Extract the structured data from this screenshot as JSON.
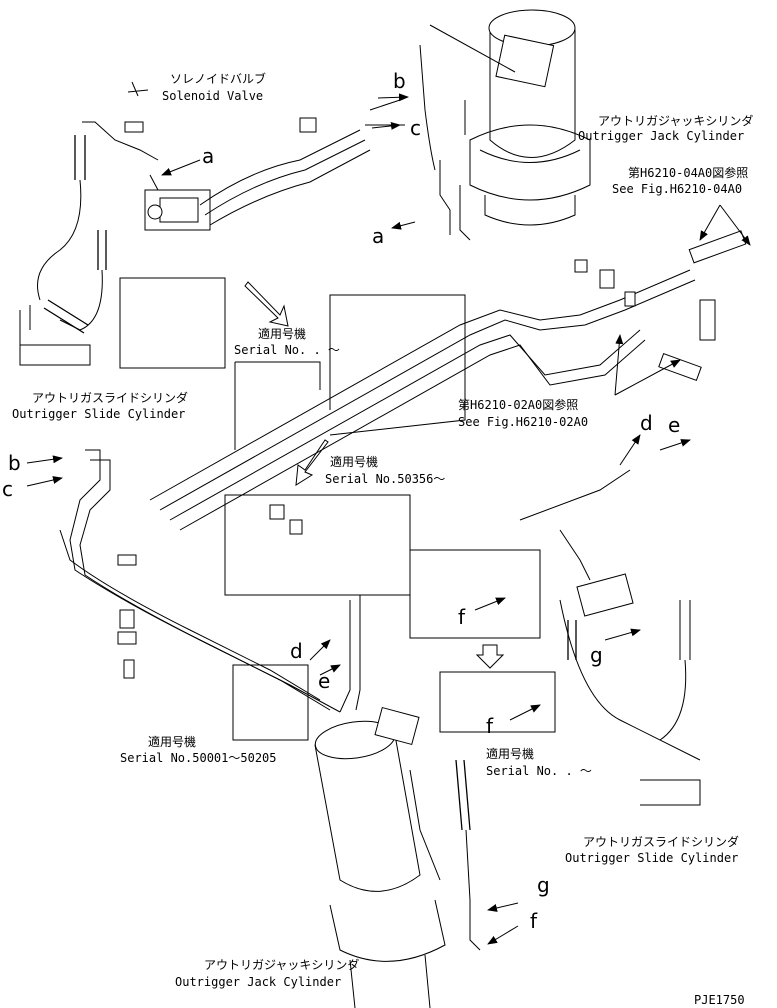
{
  "labels": {
    "solenoid_jp": "ソレノイドバルブ",
    "solenoid_en": "Solenoid Valve",
    "jack_top_jp": "アウトリガジャッキシリンダ",
    "jack_top_en": "Outrigger Jack Cylinder",
    "see_04_jp": "第H6210-04A0図参照",
    "see_04_en": "See Fig.H6210-04A0",
    "see_02_jp": "第H6210-02A0図参照",
    "see_02_en": "See Fig.H6210-02A0",
    "serial_jp": "適用号機",
    "serial_en_1": "Serial No.  . ～",
    "serial_en_2": "Serial No.50356～",
    "serial_en_3": "Serial No.50001～50205",
    "serial_en_4": "Serial No.  . ～",
    "slide_left_jp": "アウトリガスライドシリンダ",
    "slide_left_en": "Outrigger Slide Cylinder",
    "slide_right_jp": "アウトリガスライドシリンダ",
    "slide_right_en": "Outrigger Slide Cylinder",
    "jack_bottom_jp": "アウトリガジャッキシリンダ",
    "jack_bottom_en": "Outrigger Jack Cylinder",
    "code": "PJE1750"
  },
  "letters": {
    "a1": "a",
    "a2": "a",
    "b1": "b",
    "c1": "c",
    "b2": "b",
    "c2": "c",
    "d1": "d",
    "e1": "e",
    "d2": "d",
    "e2": "e",
    "f1": "f",
    "f2": "f",
    "f3": "f",
    "g1": "g",
    "g2": "g"
  }
}
